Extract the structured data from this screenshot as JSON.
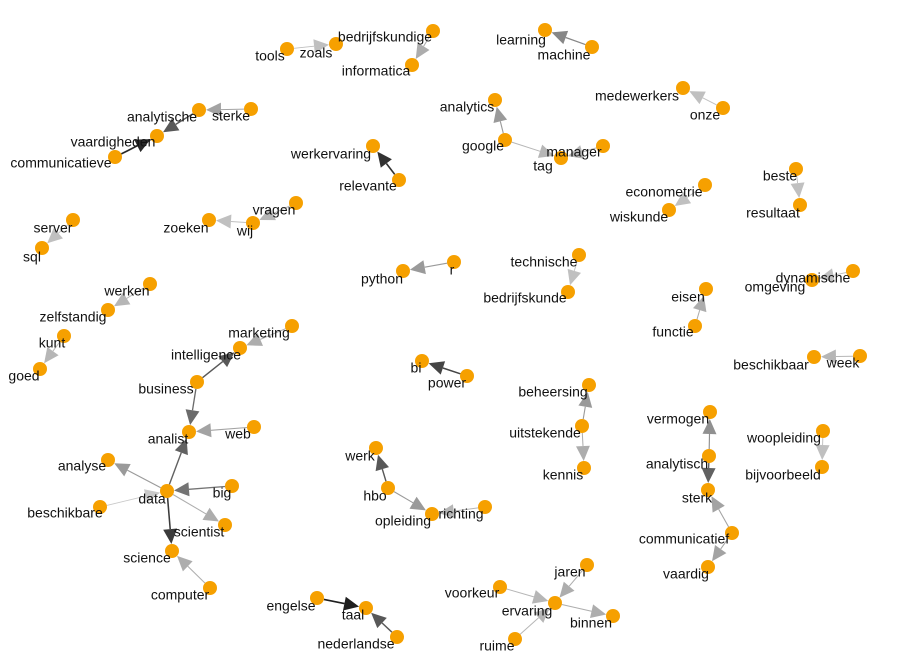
{
  "colors": {
    "node": "#f6a000",
    "label": "#111111",
    "edge_dark": "#1f1f1f",
    "edge_light": "#dcdcdc"
  },
  "nodes": [
    {
      "id": "tools",
      "label": "tools"
    },
    {
      "id": "zoals",
      "label": "zoals"
    },
    {
      "id": "bedrijfskundige",
      "label": "bedrijfskundige"
    },
    {
      "id": "informatica",
      "label": "informatica"
    },
    {
      "id": "learning",
      "label": "learning"
    },
    {
      "id": "machine",
      "label": "machine"
    },
    {
      "id": "analytics",
      "label": "analytics"
    },
    {
      "id": "google",
      "label": "google"
    },
    {
      "id": "manager",
      "label": "manager"
    },
    {
      "id": "tag",
      "label": "tag"
    },
    {
      "id": "medewerkers",
      "label": "medewerkers"
    },
    {
      "id": "onze",
      "label": "onze"
    },
    {
      "id": "analytische",
      "label": "analytische"
    },
    {
      "id": "sterke",
      "label": "sterke"
    },
    {
      "id": "vaardigheden",
      "label": "vaardigheden"
    },
    {
      "id": "communicatieve",
      "label": "communicatieve"
    },
    {
      "id": "werkervaring",
      "label": "werkervaring"
    },
    {
      "id": "relevante",
      "label": "relevante"
    },
    {
      "id": "econometrie",
      "label": "econometrie"
    },
    {
      "id": "wiskunde",
      "label": "wiskunde"
    },
    {
      "id": "beste",
      "label": "beste"
    },
    {
      "id": "resultaat",
      "label": "resultaat"
    },
    {
      "id": "server",
      "label": "server"
    },
    {
      "id": "sql",
      "label": "sql"
    },
    {
      "id": "zoeken",
      "label": "zoeken"
    },
    {
      "id": "wij",
      "label": "wij"
    },
    {
      "id": "vragen",
      "label": "vragen"
    },
    {
      "id": "python",
      "label": "python"
    },
    {
      "id": "r",
      "label": "r"
    },
    {
      "id": "technische",
      "label": "technische"
    },
    {
      "id": "bedrijfskunde",
      "label": "bedrijfskunde"
    },
    {
      "id": "dynamische",
      "label": "dynamische"
    },
    {
      "id": "omgeving",
      "label": "omgeving"
    },
    {
      "id": "eisen",
      "label": "eisen"
    },
    {
      "id": "functie",
      "label": "functie"
    },
    {
      "id": "werken",
      "label": "werken"
    },
    {
      "id": "zelfstandig",
      "label": "zelfstandig"
    },
    {
      "id": "kunt",
      "label": "kunt"
    },
    {
      "id": "goed",
      "label": "goed"
    },
    {
      "id": "marketing",
      "label": "marketing"
    },
    {
      "id": "intelligence",
      "label": "intelligence"
    },
    {
      "id": "business",
      "label": "business"
    },
    {
      "id": "analist",
      "label": "analist"
    },
    {
      "id": "web",
      "label": "web"
    },
    {
      "id": "analyse",
      "label": "analyse"
    },
    {
      "id": "data",
      "label": "data"
    },
    {
      "id": "big",
      "label": "big"
    },
    {
      "id": "beschikbare",
      "label": "beschikbare"
    },
    {
      "id": "scientist",
      "label": "scientist"
    },
    {
      "id": "science",
      "label": "science"
    },
    {
      "id": "computer",
      "label": "computer"
    },
    {
      "id": "bi",
      "label": "bi"
    },
    {
      "id": "power",
      "label": "power"
    },
    {
      "id": "beschikbaar",
      "label": "beschikbaar"
    },
    {
      "id": "week",
      "label": "week"
    },
    {
      "id": "beheersing",
      "label": "beheersing"
    },
    {
      "id": "uitstekende",
      "label": "uitstekende"
    },
    {
      "id": "kennis",
      "label": "kennis"
    },
    {
      "id": "vermogen",
      "label": "vermogen"
    },
    {
      "id": "analytisch",
      "label": "analytisch"
    },
    {
      "id": "sterk",
      "label": "sterk"
    },
    {
      "id": "communicatief",
      "label": "communicatief"
    },
    {
      "id": "vaardig",
      "label": "vaardig"
    },
    {
      "id": "woopleiding",
      "label": "woopleiding"
    },
    {
      "id": "bijvoorbeeld",
      "label": "bijvoorbeeld"
    },
    {
      "id": "werk",
      "label": "werk"
    },
    {
      "id": "hbo",
      "label": "hbo"
    },
    {
      "id": "opleiding",
      "label": "opleiding"
    },
    {
      "id": "richting",
      "label": "richting"
    },
    {
      "id": "engelse",
      "label": "engelse"
    },
    {
      "id": "taal",
      "label": "taal"
    },
    {
      "id": "nederlandse",
      "label": "nederlandse"
    },
    {
      "id": "voorkeur",
      "label": "voorkeur"
    },
    {
      "id": "jaren",
      "label": "jaren"
    },
    {
      "id": "ervaring",
      "label": "ervaring"
    },
    {
      "id": "binnen",
      "label": "binnen"
    },
    {
      "id": "ruime",
      "label": "ruime"
    }
  ],
  "edges": [
    {
      "from": "tools",
      "to": "zoals",
      "weight": 0.15
    },
    {
      "from": "bedrijfskundige",
      "to": "informatica",
      "weight": 0.25
    },
    {
      "from": "machine",
      "to": "learning",
      "weight": 0.45
    },
    {
      "from": "google",
      "to": "analytics",
      "weight": 0.35
    },
    {
      "from": "google",
      "to": "tag",
      "weight": 0.2
    },
    {
      "from": "manager",
      "to": "tag",
      "weight": 0.2
    },
    {
      "from": "onze",
      "to": "medewerkers",
      "weight": 0.15
    },
    {
      "from": "sterke",
      "to": "analytische",
      "weight": 0.3
    },
    {
      "from": "analytische",
      "to": "vaardigheden",
      "weight": 0.7
    },
    {
      "from": "communicatieve",
      "to": "vaardigheden",
      "weight": 0.95
    },
    {
      "from": "relevante",
      "to": "werkervaring",
      "weight": 0.9
    },
    {
      "from": "econometrie",
      "to": "wiskunde",
      "weight": 0.15
    },
    {
      "from": "beste",
      "to": "resultaat",
      "weight": 0.15
    },
    {
      "from": "server",
      "to": "sql",
      "weight": 0.15
    },
    {
      "from": "wij",
      "to": "zoeken",
      "weight": 0.15
    },
    {
      "from": "vragen",
      "to": "wij",
      "weight": 0.2
    },
    {
      "from": "r",
      "to": "python",
      "weight": 0.35
    },
    {
      "from": "technische",
      "to": "bedrijfskunde",
      "weight": 0.15
    },
    {
      "from": "dynamische",
      "to": "omgeving",
      "weight": 0.15
    },
    {
      "from": "functie",
      "to": "eisen",
      "weight": 0.25
    },
    {
      "from": "werken",
      "to": "zelfstandig",
      "weight": 0.2
    },
    {
      "from": "kunt",
      "to": "goed",
      "weight": 0.2
    },
    {
      "from": "marketing",
      "to": "intelligence",
      "weight": 0.25
    },
    {
      "from": "business",
      "to": "intelligence",
      "weight": 0.7
    },
    {
      "from": "business",
      "to": "analist",
      "weight": 0.6
    },
    {
      "from": "web",
      "to": "analist",
      "weight": 0.3
    },
    {
      "from": "data",
      "to": "analist",
      "weight": 0.65
    },
    {
      "from": "data",
      "to": "analyse",
      "weight": 0.35
    },
    {
      "from": "big",
      "to": "data",
      "weight": 0.55
    },
    {
      "from": "beschikbare",
      "to": "data",
      "weight": 0.1
    },
    {
      "from": "data",
      "to": "scientist",
      "weight": 0.25
    },
    {
      "from": "data",
      "to": "science",
      "weight": 0.85
    },
    {
      "from": "computer",
      "to": "science",
      "weight": 0.25
    },
    {
      "from": "power",
      "to": "bi",
      "weight": 0.8
    },
    {
      "from": "week",
      "to": "beschikbaar",
      "weight": 0.2
    },
    {
      "from": "uitstekende",
      "to": "beheersing",
      "weight": 0.35
    },
    {
      "from": "uitstekende",
      "to": "kennis",
      "weight": 0.25
    },
    {
      "from": "analytisch",
      "to": "vermogen",
      "weight": 0.4
    },
    {
      "from": "analytisch",
      "to": "sterk",
      "weight": 0.65
    },
    {
      "from": "communicatief",
      "to": "sterk",
      "weight": 0.3
    },
    {
      "from": "communicatief",
      "to": "vaardig",
      "weight": 0.3
    },
    {
      "from": "woopleiding",
      "to": "bijvoorbeeld",
      "weight": 0.15
    },
    {
      "from": "hbo",
      "to": "werk",
      "weight": 0.7
    },
    {
      "from": "hbo",
      "to": "opleiding",
      "weight": 0.35
    },
    {
      "from": "richting",
      "to": "opleiding",
      "weight": 0.2
    },
    {
      "from": "engelse",
      "to": "taal",
      "weight": 1.0
    },
    {
      "from": "nederlandse",
      "to": "taal",
      "weight": 0.7
    },
    {
      "from": "voorkeur",
      "to": "ervaring",
      "weight": 0.2
    },
    {
      "from": "jaren",
      "to": "ervaring",
      "weight": 0.25
    },
    {
      "from": "ervaring",
      "to": "binnen",
      "weight": 0.25
    },
    {
      "from": "ruime",
      "to": "ervaring",
      "weight": 0.2
    }
  ]
}
